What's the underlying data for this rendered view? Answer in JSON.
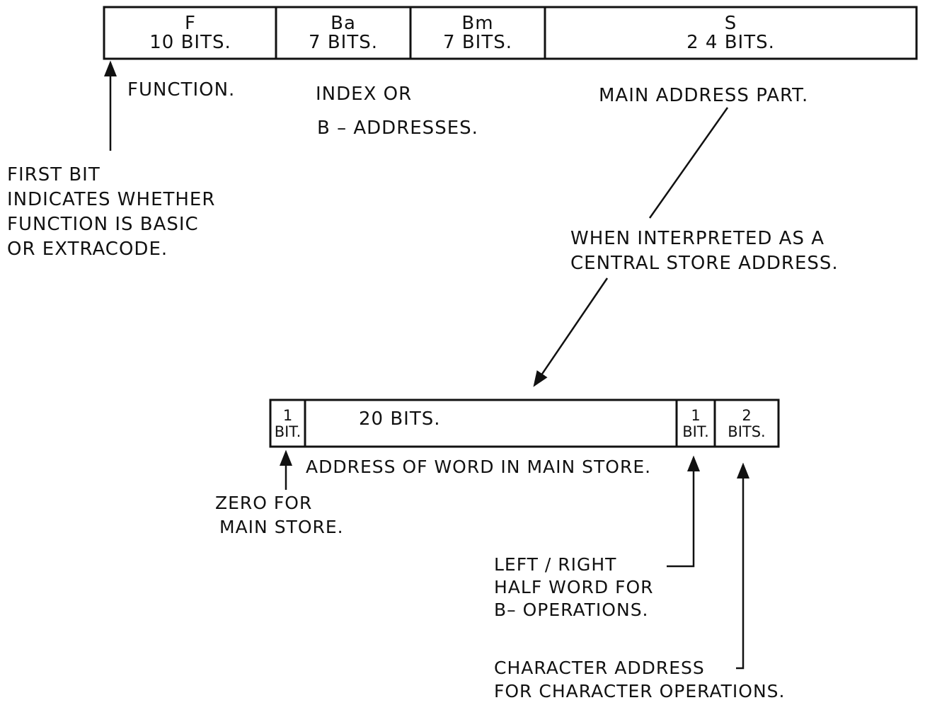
{
  "instruction_word": {
    "fields": [
      {
        "name": "F",
        "bits": "10  BITS."
      },
      {
        "name": "Ba",
        "bits": "7  BITS."
      },
      {
        "name": "Bm",
        "bits": "7  BITS."
      },
      {
        "name": "S",
        "bits": "2 4   BITS."
      }
    ],
    "labels": {
      "function": "FUNCTION.",
      "index_line1": "INDEX    OR",
      "index_line2": "B  –  ADDRESSES.",
      "main_address": "MAIN  ADDRESS  PART."
    },
    "first_bit_note": [
      "FIRST  BIT",
      "INDICATES  WHETHER",
      "FUNCTION  IS  BASIC",
      "OR  EXTRACODE."
    ]
  },
  "interpretation_note": [
    "WHEN  INTERPRETED  AS  A",
    "CENTRAL  STORE  ADDRESS."
  ],
  "address_word": {
    "fields": [
      {
        "top": "1",
        "bottom": "BIT."
      },
      {
        "top": "20   BITS.",
        "bottom": ""
      },
      {
        "top": "1",
        "bottom": "BIT."
      },
      {
        "top": "2",
        "bottom": "BITS."
      }
    ],
    "word_address_label": "ADDRESS  OF  WORD  IN  MAIN  STORE.",
    "zero_note": [
      "ZERO  FOR",
      "MAIN  STORE."
    ],
    "half_word_note": [
      "LEFT / RIGHT",
      "HALF  WORD  FOR",
      "B–  OPERATIONS."
    ],
    "character_note": [
      "CHARACTER  ADDRESS",
      "FOR  CHARACTER  OPERATIONS."
    ]
  },
  "colors": {
    "ink": "#111111",
    "paper": "#ffffff"
  }
}
